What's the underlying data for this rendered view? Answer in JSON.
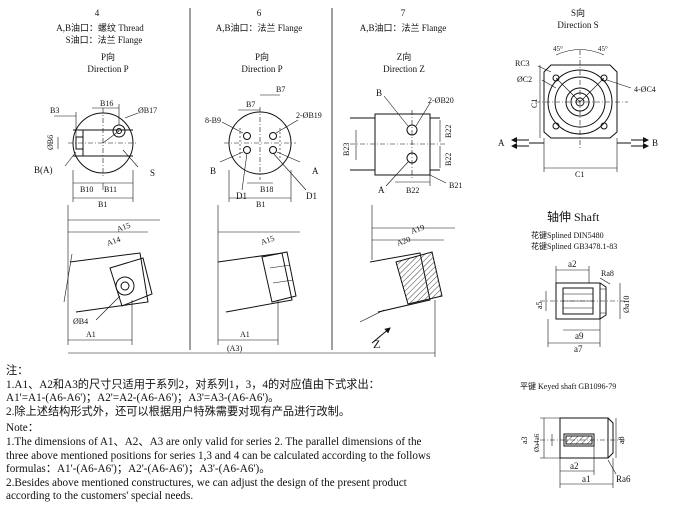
{
  "columns": [
    {
      "number": "4",
      "line1": "A,B油口：螺纹 Thread",
      "line2": "S油口：法兰 Flange",
      "dir_cn": "P向",
      "dir_en": "Direction P"
    },
    {
      "number": "6",
      "line1": "A,B油口：法兰 Flange",
      "line2": "",
      "dir_cn": "P向",
      "dir_en": "Direction P"
    },
    {
      "number": "7",
      "line1": "A,B油口：法兰 Flange",
      "line2": "",
      "dir_cn": "Z向",
      "dir_en": "Direction Z"
    }
  ],
  "direction_s": {
    "cn": "S向",
    "en": "Direction S"
  },
  "labels_col4": {
    "b3": "B3",
    "b16": "B16",
    "b17": "ØB17",
    "b6": "ØB6",
    "ba": "B(A)",
    "s": "S",
    "b10": "B10",
    "b11": "B11",
    "b1": "B1"
  },
  "labels_col6": {
    "b7": "B7",
    "b8b9": "8-B9",
    "b19": "2-ØB19",
    "b": "B",
    "a": "A",
    "d1l": "D1",
    "d1r": "D1",
    "b18": "B18",
    "b1": "B1"
  },
  "labels_col7": {
    "b": "B",
    "b20": "2-ØB20",
    "b22a": "B22",
    "b22b": "B22",
    "b23": "B23",
    "a": "A",
    "b22c": "B22",
    "b21": "B21"
  },
  "labels_s": {
    "rc3": "RC3",
    "c2": "ØC2",
    "c1v": "C1",
    "c1h": "C1",
    "c4": "4-ØC4",
    "deg1": "45°",
    "deg2": "45°",
    "a": "A",
    "b": "B"
  },
  "labels_bottom": {
    "a15a": "A15",
    "a14": "A14",
    "b4": "ØB4",
    "a1a": "A1",
    "a15b": "A15",
    "a1b": "A1",
    "a3": "(A3)",
    "a19": "A19",
    "a20": "A20",
    "z": "Z"
  },
  "shaft": {
    "title": "轴伸  Shaft",
    "splined1": "花键Splined DIN5480",
    "splined2": "花键Splined GB3478.1-83",
    "a2": "a2",
    "ra8": "Ra8",
    "a5": "a5",
    "a10": "Øa10",
    "a9": "a9",
    "a7": "a7",
    "keyed": "平键 Keyed shaft GB1096-79",
    "a3k": "a3",
    "a4a6": "Øa4a6",
    "a8k": "a8",
    "a2k": "a2",
    "a1k": "a1",
    "ra6": "Ra6"
  },
  "notes": {
    "cn_head": "注：",
    "cn1": "1.A1、A2和A3的尺寸只适用于系列2，对系列1，3，4的对应值由下式求出：",
    "cn1b": "A1'=A1-(A6-A6')；A2'=A2-(A6-A6')；A3'=A3-(A6-A6')。",
    "cn2": "2.除上述结构形式外，还可以根据用户特殊需要对现有产品进行改制。",
    "en_head": "Note：",
    "en1": "1.The dimensions of A1、A2、A3 are only valid for series 2. The parallel dimensions of the three above mentioned positions for series 1,3 and 4 can be calculated according to the follows formulas：A1'-(A6-A6')；A2'-(A6-A6')；A3'-(A6-A6')。",
    "en2": "2.Besides above mentioned constructures, we can adjust the design of the present product according to the customers' special needs."
  }
}
